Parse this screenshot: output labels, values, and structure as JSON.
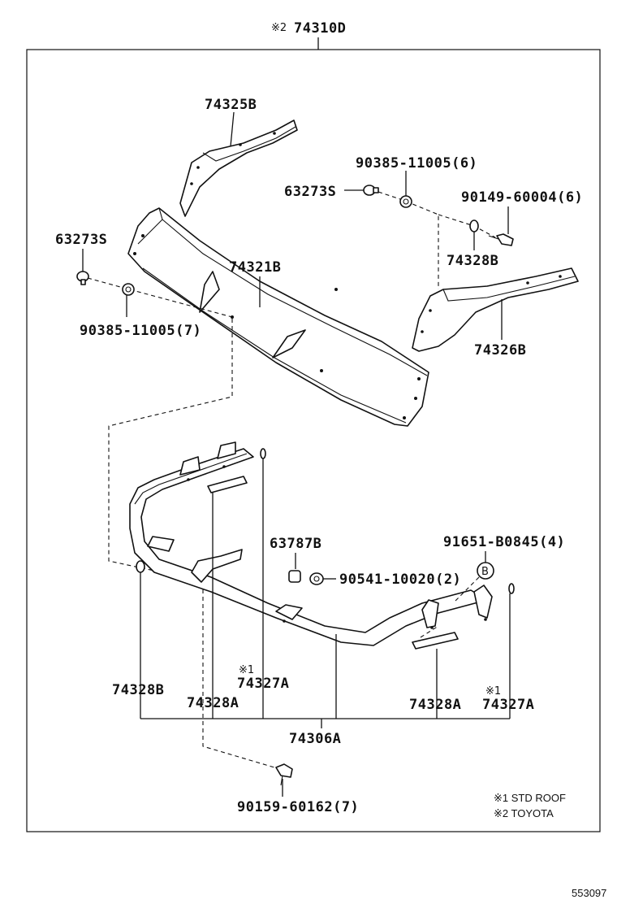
{
  "assembly": {
    "mark": "※2",
    "part_number": "74310D"
  },
  "labels": {
    "p74325b": "74325B",
    "p63273s_right": "63273S",
    "p90385_right": "90385-11005(6)",
    "p90149": "90149-60004(6)",
    "p63273s_left": "63273S",
    "p74321b": "74321B",
    "p74328b_upper": "74328B",
    "p90385_left": "90385-11005(7)",
    "p74326b": "74326B",
    "p63787b": "63787B",
    "p91651": "91651-B0845(4)",
    "p90541": "90541-10020(2)",
    "mark1_left": "※1",
    "p74327a_left": "74327A",
    "p74328b_lower": "74328B",
    "p74328a_left": "74328A",
    "p74328a_right": "74328A",
    "mark1_right": "※1",
    "p74327a_right": "74327A",
    "p74306a": "74306A",
    "p90159": "90159-60162(7)",
    "circle_b": "B"
  },
  "notes": {
    "note1": "※1 STD ROOF",
    "note2": "※2 TOYOTA"
  },
  "figure_id": "553097"
}
